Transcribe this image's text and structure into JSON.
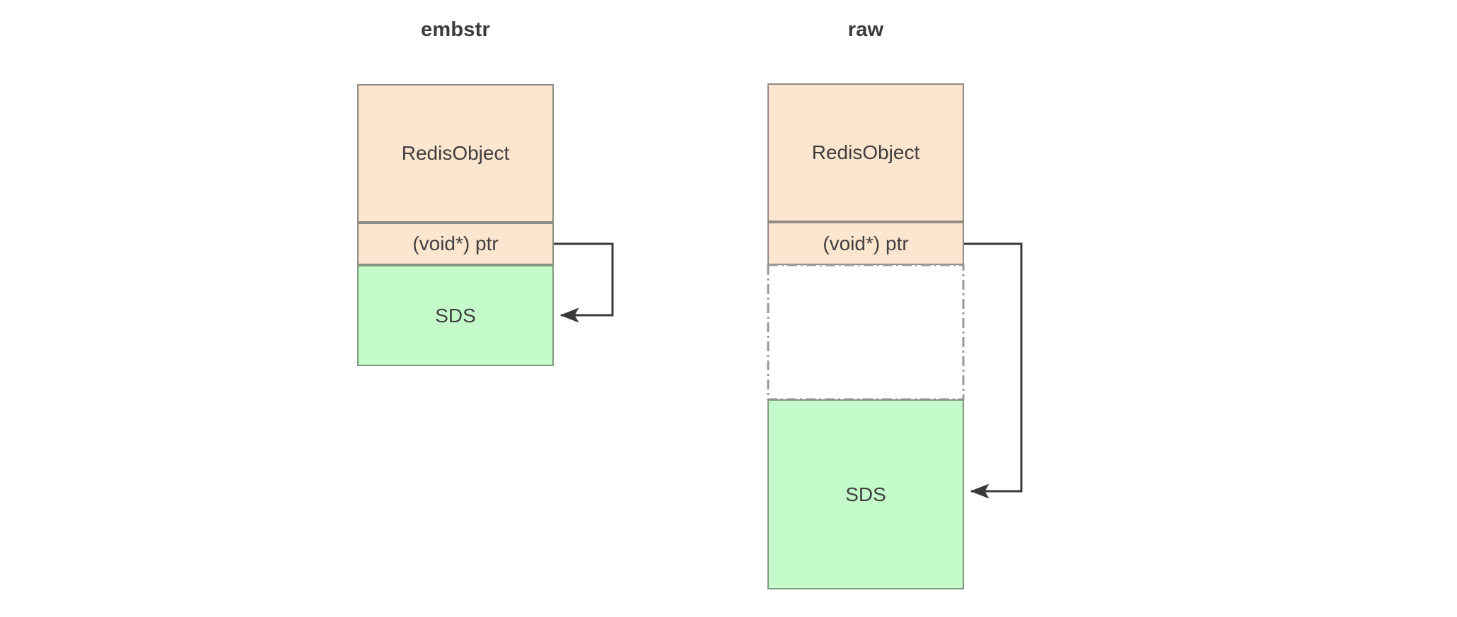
{
  "diagram": {
    "title_left": "embstr",
    "title_right": "raw",
    "colors": {
      "peach_fill": "#fde6cf",
      "green_fill": "#c5fbcb",
      "box_stroke": "#8f8b85",
      "green_stroke": "#7f9a80",
      "dashdot_stroke": "#9a9a9a",
      "arrow_stroke": "#3a3a3a",
      "text": "#3f3f3f",
      "background": "#ffffff"
    },
    "columns": [
      {
        "key": "embstr",
        "title": "embstr",
        "blocks": [
          {
            "label": "RedisObject",
            "kind": "peach"
          },
          {
            "label": "(void*) ptr",
            "kind": "peach"
          },
          {
            "label": "SDS",
            "kind": "green"
          }
        ],
        "pointer_arrow": {
          "from": "(void*) ptr",
          "to": "SDS",
          "head": "filled-triangle"
        }
      },
      {
        "key": "raw",
        "title": "raw",
        "blocks": [
          {
            "label": "RedisObject",
            "kind": "peach"
          },
          {
            "label": "(void*) ptr",
            "kind": "peach"
          },
          {
            "label": "",
            "kind": "gap-dashdot"
          },
          {
            "label": "SDS",
            "kind": "green"
          }
        ],
        "pointer_arrow": {
          "from": "(void*) ptr",
          "to": "SDS",
          "head": "filled-triangle"
        }
      }
    ]
  }
}
